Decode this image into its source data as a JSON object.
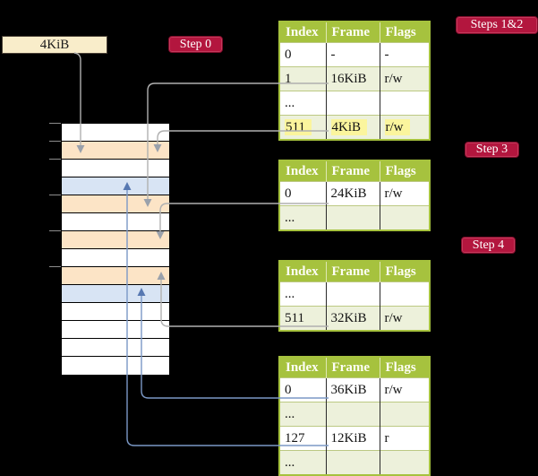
{
  "frame_size_box": {
    "label": "4KiB"
  },
  "step_labels": {
    "step0": "Step 0",
    "steps12": "Steps 1&2",
    "step3": "Step 3",
    "step4": "Step 4"
  },
  "memory": {
    "description": "physical memory strip, one row = 4KiB frame",
    "rows": [
      "white",
      "wheat",
      "white",
      "blue",
      "wheat",
      "white",
      "wheat",
      "white",
      "wheat",
      "blue",
      "white",
      "white",
      "white",
      "white"
    ]
  },
  "tables": {
    "t1": {
      "columns": [
        "Index",
        "Frame",
        "Flags"
      ],
      "rows": [
        {
          "index": "0",
          "frame": "-",
          "flags": "-"
        },
        {
          "index": "1",
          "frame": "16KiB",
          "flags": "r/w"
        },
        {
          "index": "...",
          "frame": "",
          "flags": ""
        },
        {
          "index": "511",
          "frame": "4KiB",
          "flags": "r/w",
          "highlighted": true
        }
      ]
    },
    "t2": {
      "columns": [
        "Index",
        "Frame",
        "Flags"
      ],
      "rows": [
        {
          "index": "0",
          "frame": "24KiB",
          "flags": "r/w"
        },
        {
          "index": "...",
          "frame": "",
          "flags": ""
        }
      ]
    },
    "t3": {
      "columns": [
        "Index",
        "Frame",
        "Flags"
      ],
      "rows": [
        {
          "index": "...",
          "frame": "",
          "flags": ""
        },
        {
          "index": "511",
          "frame": "32KiB",
          "flags": "r/w"
        }
      ]
    },
    "t4": {
      "columns": [
        "Index",
        "Frame",
        "Flags"
      ],
      "rows": [
        {
          "index": "0",
          "frame": "36KiB",
          "flags": "r/w"
        },
        {
          "index": "...",
          "frame": "",
          "flags": ""
        },
        {
          "index": "127",
          "frame": "12KiB",
          "flags": "r"
        },
        {
          "index": "...",
          "frame": "",
          "flags": ""
        }
      ]
    }
  },
  "colors": {
    "background": "#000000",
    "step_label_bg": "#b3163e",
    "table_header_green": "#a6c23e",
    "table_row_green": "#edf1db",
    "highlight_yellow": "#fbf59d",
    "memory_wheat": "#fce4c6",
    "memory_blue": "#d8e4f4",
    "frame_box_bg": "#f9edca",
    "connector_gray": "#b0b0b0",
    "connector_blue": "#7b98c6"
  }
}
